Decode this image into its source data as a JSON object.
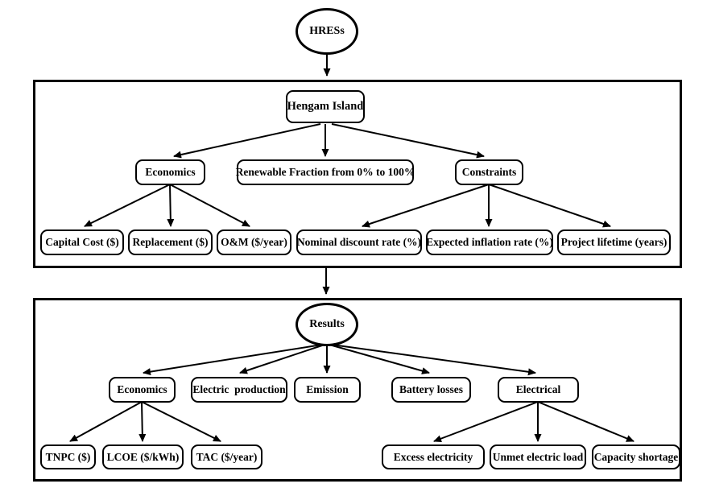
{
  "diagram": {
    "root": {
      "label": "HRESs"
    },
    "section1": {
      "title_node": "Hengam Island",
      "level2": {
        "economics": "Economics",
        "renewable_fraction": "Renewable Fraction from 0% to 100%",
        "constraints": "Constraints"
      },
      "economics_children": {
        "capital_cost": "Capital Cost ($)",
        "replacement": "Replacement ($)",
        "om": "O&M ($/year)"
      },
      "constraints_children": {
        "nominal_discount_rate": "Nominal discount rate (%)",
        "expected_inflation_rate": "Expected inflation rate (%)",
        "project_lifetime": "Project lifetime (years)"
      }
    },
    "section2": {
      "root": "Results",
      "level2": {
        "economics": "Economics",
        "electric_production": "Electric  production",
        "emission": "Emission",
        "battery_losses": "Battery losses",
        "electrical": "Electrical"
      },
      "economics_children": {
        "tnpc": "TNPC ($)",
        "lcoe": "LCOE ($/kWh)",
        "tac": "TAC ($/year)"
      },
      "electrical_children": {
        "excess_electricity": "Excess electricity",
        "unmet_electric_load": "Unmet electric load",
        "capacity_shortage": "Capacity shortage"
      }
    },
    "colors": {
      "line": "#000000",
      "background": "#ffffff"
    }
  }
}
